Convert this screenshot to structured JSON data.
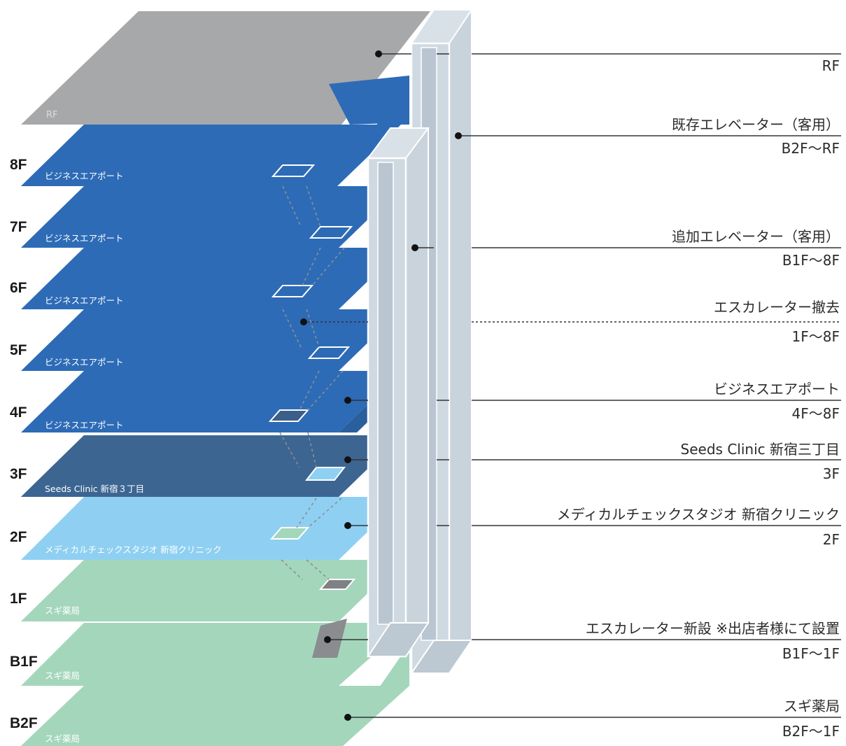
{
  "diagram": {
    "floors": [
      {
        "label": "8F",
        "tenant": "ビジネスエアポート"
      },
      {
        "label": "7F",
        "tenant": "ビジネスエアポート"
      },
      {
        "label": "6F",
        "tenant": "ビジネスエアポート"
      },
      {
        "label": "5F",
        "tenant": "ビジネスエアポート"
      },
      {
        "label": "4F",
        "tenant": "ビジネスエアポート"
      },
      {
        "label": "3F",
        "tenant": "Seeds Clinic 新宿３丁目"
      },
      {
        "label": "2F",
        "tenant": "メディカルチェックスタジオ 新宿クリニック"
      },
      {
        "label": "1F",
        "tenant": "スギ薬局"
      },
      {
        "label": "B1F",
        "tenant": "スギ薬局"
      },
      {
        "label": "B2F",
        "tenant": "スギ薬局"
      }
    ],
    "roof": {
      "tenant": "RF"
    },
    "annotations": [
      {
        "title": "",
        "sub": "RF"
      },
      {
        "title": "既存エレベーター（客用）",
        "sub": "B2F～RF"
      },
      {
        "title": "追加エレベーター（客用）",
        "sub": "B1F～8F"
      },
      {
        "title": "エスカレーター撤去",
        "sub": "1F～8F"
      },
      {
        "title": "ビジネスエアポート",
        "sub": "4F～8F"
      },
      {
        "title": "Seeds Clinic 新宿三丁目",
        "sub": "3F"
      },
      {
        "title": "メディカルチェックスタジオ 新宿クリニック",
        "sub": "2F"
      },
      {
        "title": "エスカレーター新設 ※出店者様にて設置",
        "sub": "B1F～1F"
      },
      {
        "title": "スギ薬局",
        "sub": "B2F～1F"
      }
    ],
    "colors": {
      "roof": "#a7a8aa",
      "business_airport": "#2d6bb6",
      "seeds_clinic": "#3c6591",
      "medical_check": "#8fd0f2",
      "sugi": "#a4d6bc",
      "elevator_shaft": "#ccd6de"
    }
  }
}
